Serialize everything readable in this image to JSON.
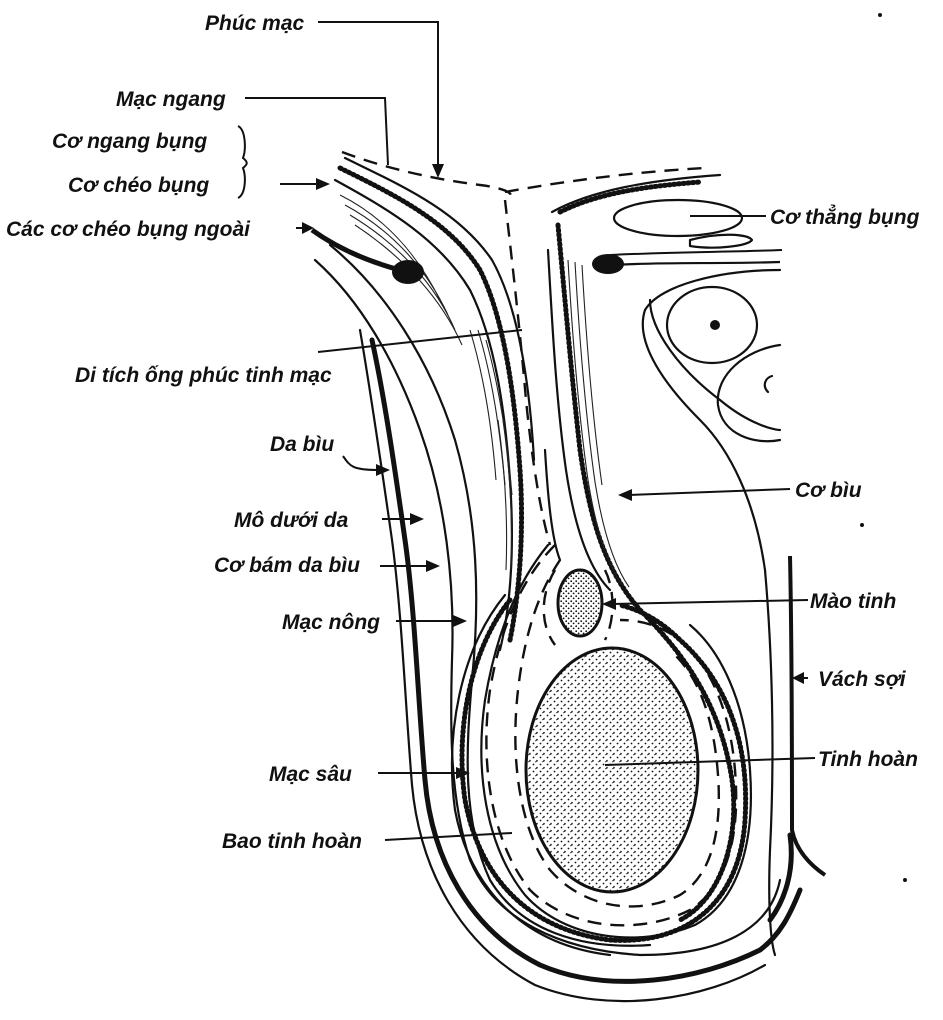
{
  "labels": {
    "phuc_mac": "Phúc mạc",
    "mac_ngang": "Mạc ngang",
    "co_ngang_bung": "Cơ ngang bụng",
    "co_cheo_bung": "Cơ chéo bụng",
    "cac_co_cheo_bung_ngoai": "Các cơ chéo bụng ngoài",
    "co_thang_bung": "Cơ thẳng bụng",
    "di_tich_ong_phuc_tinh_mac": "Di tích ống phúc tinh mạc",
    "da_biu": "Da bìu",
    "mo_duoi_da": "Mô dưới da",
    "co_bam_da_biu": "Cơ bám da bìu",
    "mac_nong": "Mạc nông",
    "co_biu": "Cơ bìu",
    "mao_tinh": "Mào tinh",
    "vach_soi": "Vách sợi",
    "tinh_hoan": "Tinh hoàn",
    "mac_sau": "Mạc sâu",
    "bao_tinh_hoan": "Bao tinh hoàn"
  },
  "colors": {
    "ink": "#111111",
    "background": "#ffffff"
  }
}
